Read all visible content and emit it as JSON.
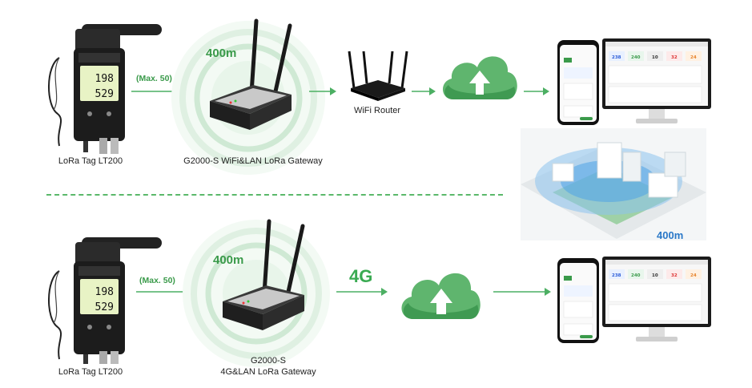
{
  "top": {
    "device_label": "LoRa Tag  LT200",
    "max_label": "(Max. 50)",
    "range_label": "400m",
    "gateway_label": "G2000-S WiFi&LAN LoRa Gateway",
    "router_label": "WiFi Router",
    "device_display": {
      "line1": "198",
      "line2": "529"
    }
  },
  "bottom": {
    "device_label": "LoRa Tag  LT200",
    "max_label": "(Max. 50)",
    "range_label": "400m",
    "network_label": "4G",
    "gateway_label_line1": "G2000-S",
    "gateway_label_line2": "4G&LAN LoRa Gateway",
    "device_display": {
      "line1": "198",
      "line2": "529"
    }
  },
  "coverage": {
    "range_label": "400m"
  },
  "dashboard": {
    "values": [
      "238",
      "240",
      "10",
      "32",
      "24"
    ]
  },
  "colors": {
    "accent": "#3a9a4a",
    "arrow": "#4caf63",
    "cloud": "#5fb56e",
    "coverage_blue": "#2a78c8"
  }
}
